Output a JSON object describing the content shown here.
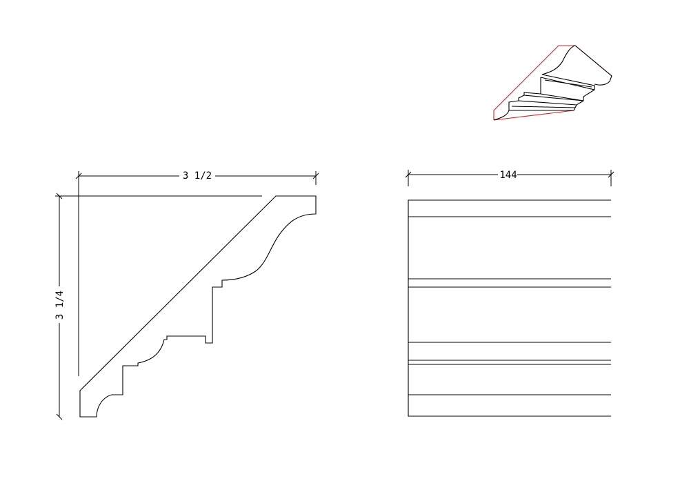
{
  "drawing": {
    "dimension_width": "3 1/2",
    "dimension_height": "3 1/4",
    "dimension_length": "144"
  },
  "colors": {
    "outline": "#000000",
    "highlight": "#d4202a",
    "background": "#ffffff"
  }
}
